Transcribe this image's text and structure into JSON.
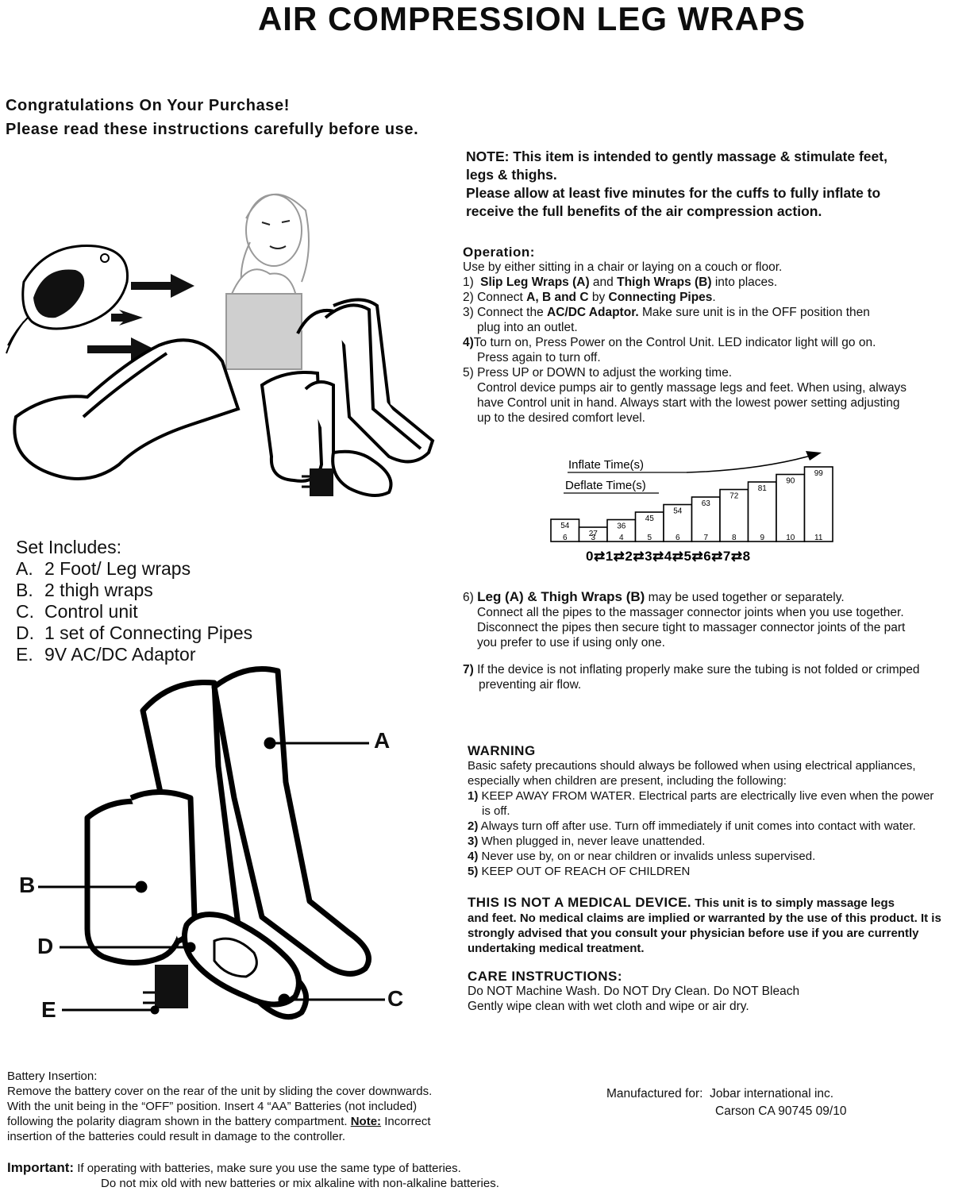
{
  "title": "AIR COMPRESSION LEG WRAPS",
  "intro": {
    "line1": "Congratulations On Your Purchase!",
    "line2": "Please read these instructions carefully before use."
  },
  "note": {
    "line1": "NOTE: This item is intended to gently massage & stimulate feet,",
    "line2": "legs & thighs.",
    "line3": "Please allow at least five minutes for the cuffs to fully inflate to",
    "line4": "receive the full benefits of the air compression action."
  },
  "operation": {
    "heading": "Operation:",
    "intro": "Use by either sitting in a chair or laying on a couch or floor.",
    "s1_num": "1)",
    "s1_b1": "Slip Leg Wraps (A)",
    "s1_t1": " and ",
    "s1_b2": "Thigh Wraps (B)",
    "s1_t2": " into places.",
    "s2_num": "2)",
    "s2_t1": " Connect ",
    "s2_b1": "A, B and C",
    "s2_t2": " by ",
    "s2_b2": "Connecting Pipes",
    "s2_t3": ".",
    "s3_num": "3)",
    "s3_t1": " Connect the ",
    "s3_b1": "AC/DC Adaptor.",
    "s3_t2": " Make sure unit is in the OFF position then",
    "s3_t3": "plug into an outlet.",
    "s4_num": "4)",
    "s4_t1": "To turn on, Press Power on the Control Unit.  LED indicator light will go on.",
    "s4_t2": "Press again to turn off.",
    "s5_num": "5)",
    "s5_t1": " Press UP or DOWN to adjust the working time.",
    "s5_t2": "Control device pumps air to gently massage legs and feet.  When using, always",
    "s5_t3": "have Control unit in hand. Always start with the lowest power setting adjusting",
    "s5_t4": "up to the desired comfort level."
  },
  "chart_data": {
    "type": "bar",
    "inflate_label": "Inflate Time(s)",
    "deflate_label": "Deflate Time(s)",
    "bars": [
      {
        "top": "54",
        "bottom": "6"
      },
      {
        "top": "27",
        "bottom": "3"
      },
      {
        "top": "36",
        "bottom": "4"
      },
      {
        "top": "45",
        "bottom": "5"
      },
      {
        "top": "54",
        "bottom": "6"
      },
      {
        "top": "63",
        "bottom": "7"
      },
      {
        "top": "72",
        "bottom": "8"
      },
      {
        "top": "81",
        "bottom": "9"
      },
      {
        "top": "90",
        "bottom": "10"
      },
      {
        "top": "99",
        "bottom": "11"
      }
    ],
    "levels": "0⇄1⇄2⇄3⇄4⇄5⇄6⇄7⇄8"
  },
  "set_includes": {
    "heading": "Set Includes:",
    "items": [
      {
        "letter": "A.",
        "text": "2 Foot/ Leg wraps"
      },
      {
        "letter": "B.",
        "text": "2 thigh wraps"
      },
      {
        "letter": "C.",
        "text": "Control unit"
      },
      {
        "letter": "D.",
        "text": "1 set of Connecting Pipes"
      },
      {
        "letter": "E.",
        "text": "9V AC/DC Adaptor"
      }
    ]
  },
  "diagram_labels": {
    "a": "A",
    "b": "B",
    "c": "C",
    "d": "D",
    "e": "E"
  },
  "item6": {
    "num": "6)",
    "b1": "Leg (A) & Thigh Wraps (B)",
    "t1": " may be used together or separately.",
    "t2": "Connect all the pipes to the massager connector joints when you use together.",
    "t3": "Disconnect the pipes then secure tight to massager connector joints of the part",
    "t4": "you prefer to use if using only one."
  },
  "item7": {
    "num": "7)",
    "t1": " If the device is not inflating properly make sure the tubing is not folded or crimped",
    "t2": "preventing air flow."
  },
  "warning": {
    "heading": "WARNING",
    "intro1": "Basic safety precautions should always be followed when using electrical appliances,",
    "intro2": "especially when children are present, including the following:",
    "w1_num": "1)",
    "w1_t1": " KEEP AWAY FROM WATER.  Electrical parts are electrically live even when the power",
    "w1_t2": "is off.",
    "w2_num": "2)",
    "w2": " Always turn off after use. Turn off immediately if unit comes into contact with water.",
    "w3_num": "3)",
    "w3": " When plugged in, never leave unattended.",
    "w4_num": "4)",
    "w4": " Never use by, on or near children or invalids unless supervised.",
    "w5_num": "5)",
    "w5": " KEEP OUT OF REACH OF CHILDREN"
  },
  "not_medical": {
    "heading": "THIS IS NOT A MEDICAL DEVICE.",
    "t1": " This unit is to simply massage legs",
    "t2": "and feet.  No medical claims are implied or warranted by the use of this product.  It is",
    "t3": "strongly advised that you consult your physician before use if you are currently",
    "t4": "undertaking medical treatment."
  },
  "care": {
    "heading": "CARE INSTRUCTIONS:",
    "l1": "Do NOT Machine Wash.  Do NOT Dry Clean. Do NOT Bleach",
    "l2": "Gently wipe clean with wet cloth and wipe or air dry."
  },
  "battery": {
    "heading": "Battery Insertion:",
    "l1": "Remove the battery cover on the rear of the unit by sliding the cover downwards.",
    "l2": "With the unit being in the “OFF” position. Insert  4 “AA” Batteries (not included)",
    "l3a": "following the polarity diagram shown in the battery compartment. ",
    "l3b": "Note:",
    "l3c": " Incorrect",
    "l4": "insertion of the batteries could result in damage to the controller."
  },
  "important": {
    "label": "Important:",
    "t1": " If operating with batteries, make sure you use the same type of batteries.",
    "t2": "Do not mix old with new batteries or mix alkaline with non-alkaline batteries."
  },
  "manufacturer": {
    "label": "Manufactured for:",
    "name": "Jobar international inc.",
    "address": "Carson CA 90745    09/10"
  }
}
